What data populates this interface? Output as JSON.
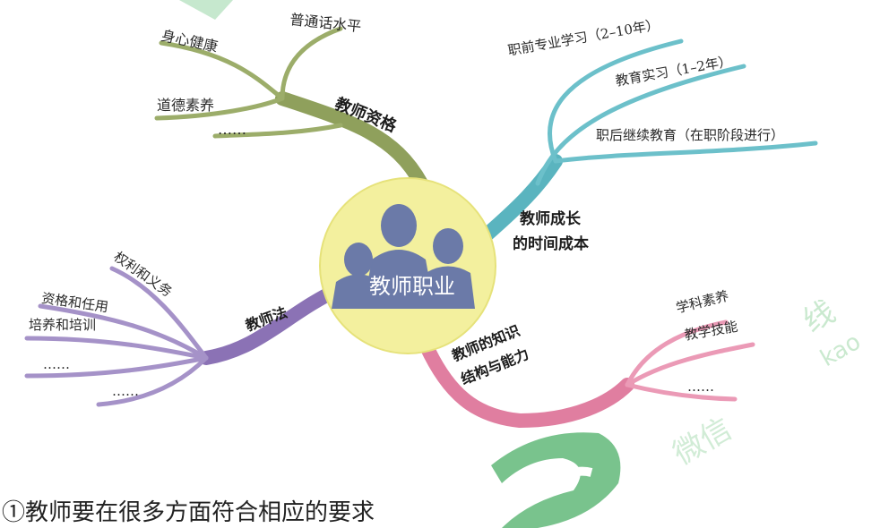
{
  "center": {
    "title": "教师职业"
  },
  "colors": {
    "olive": "#8fa05c",
    "teal": "#5ab4bf",
    "purple": "#8b72b5",
    "pink": "#e07ea0",
    "hub": "#f3f09e",
    "people": "#6b7aa8",
    "watermark": "#3aa85a"
  },
  "branches": [
    {
      "name": "教师资格",
      "children": [
        "身心健康",
        "普通话水平",
        "道德素养",
        "……"
      ]
    },
    {
      "name_lines": [
        "教师成长",
        "的时间成本"
      ],
      "children": [
        "职前专业学习（2–10年）",
        "教育实习（1–2年）",
        "职后继续教育（在职阶段进行）"
      ]
    },
    {
      "name": "教师法",
      "children": [
        "权利和义务",
        "资格和任用",
        "培养和培训",
        "……",
        "……"
      ]
    },
    {
      "name_lines": [
        "教师的知识",
        "结构与能力"
      ],
      "children": [
        "学科素养",
        "教学技能",
        "……"
      ]
    }
  ],
  "caption": "①教师要在很多方面符合相应的要求"
}
